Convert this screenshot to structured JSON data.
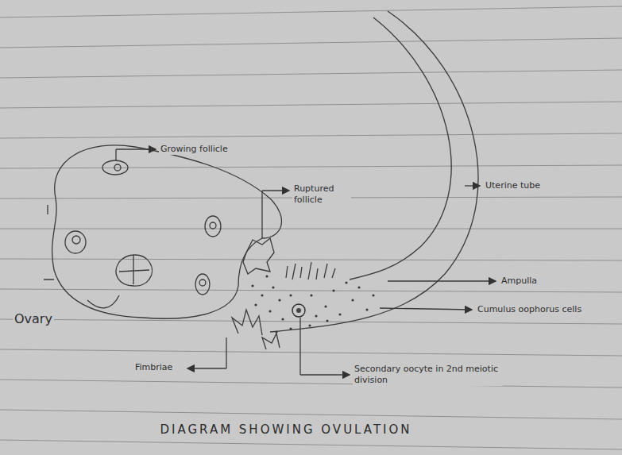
{
  "diagram": {
    "caption": "DIAGRAM SHOWING OVULATION",
    "labels": [
      "Growing follicle",
      "Ruptured follicle",
      "Uterine tube",
      "Ampulla",
      "Cumulus oophorus cells",
      "Secondary oocyte in 2nd meiotic division",
      "Fimbriae",
      "Ovary"
    ]
  }
}
